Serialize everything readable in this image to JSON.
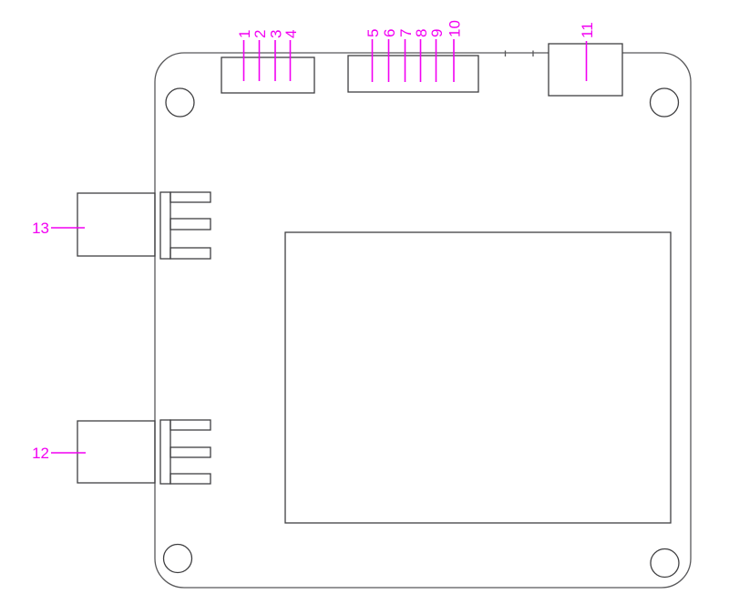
{
  "diagram": {
    "type": "board-connector-callout-drawing",
    "callouts": {
      "connector_a_pins": [
        "1",
        "2",
        "3",
        "4"
      ],
      "connector_b_pins": [
        "5",
        "6",
        "7",
        "8",
        "9",
        "10"
      ],
      "connector_c_label": "11",
      "left_lower_label": "12",
      "left_upper_label": "13"
    }
  },
  "colors": {
    "callout": "#f200f2",
    "board_outline": "#58585a",
    "component_outline": "#3f3f41",
    "background": "#ffffff"
  }
}
